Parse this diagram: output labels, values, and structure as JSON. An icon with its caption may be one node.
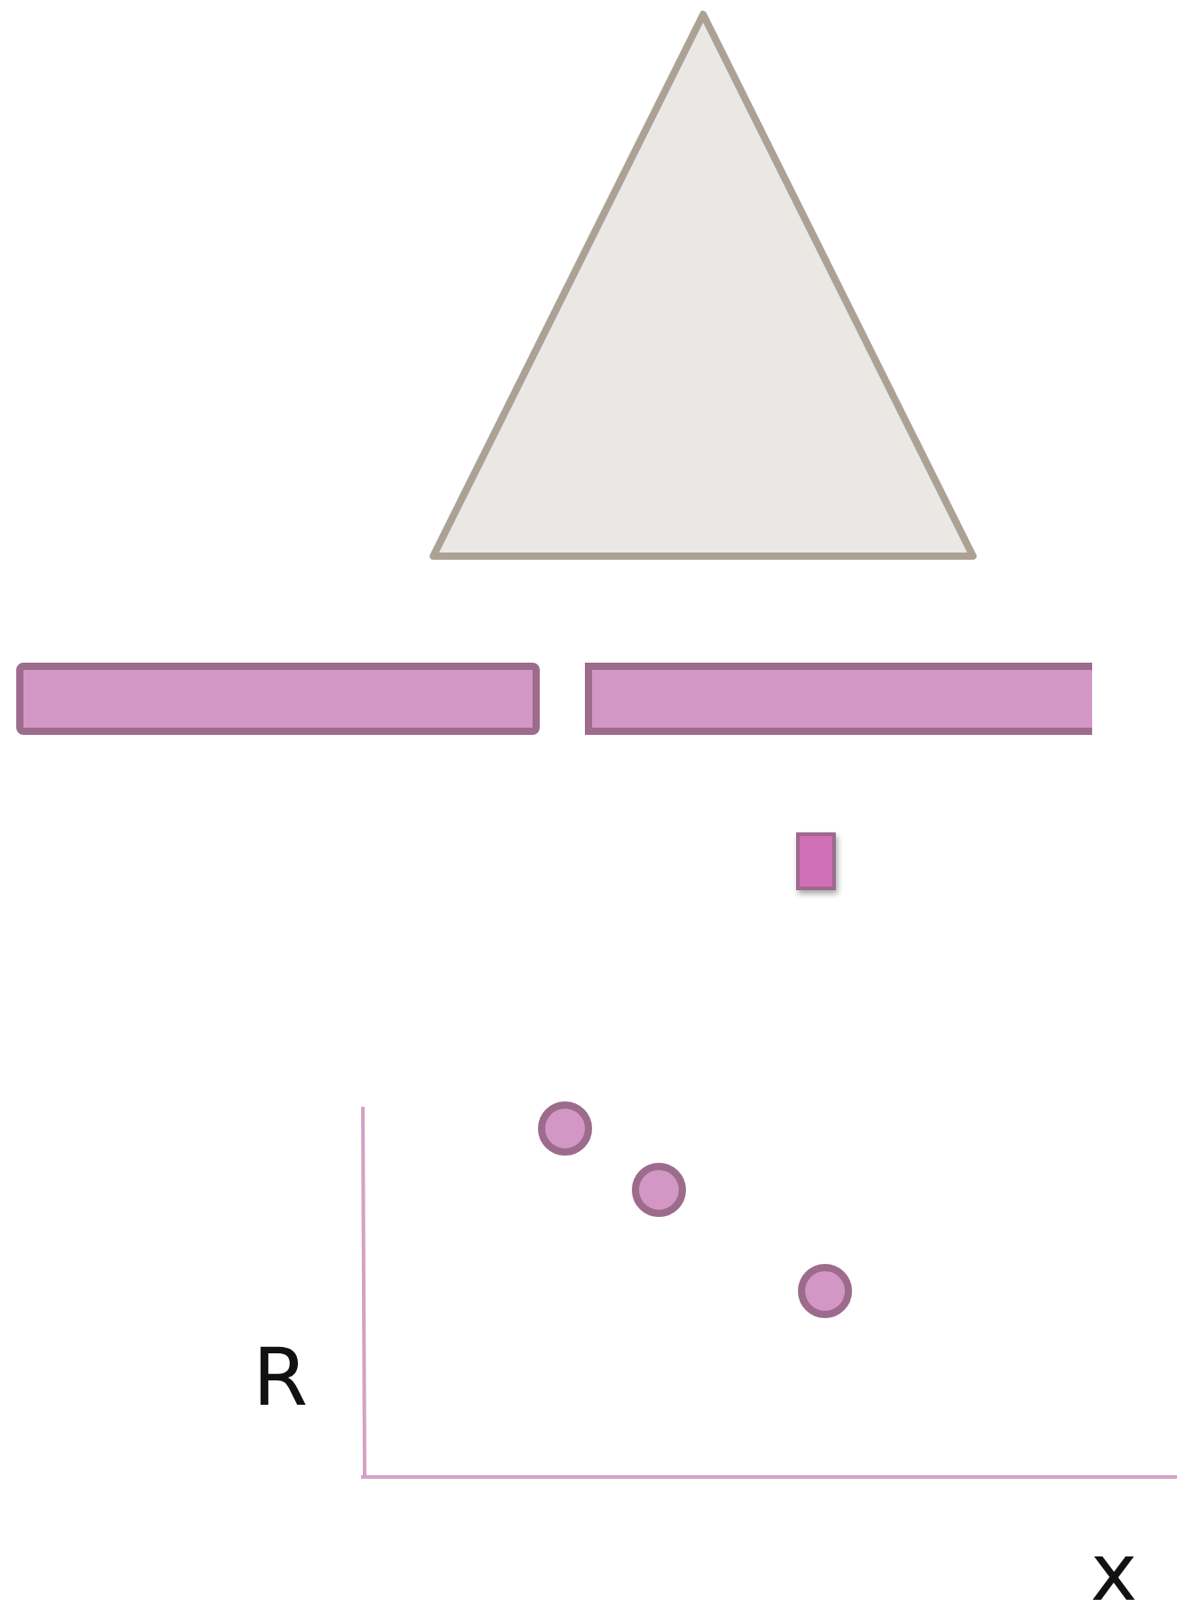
{
  "diagram": {
    "nodes": [
      {
        "text": [],
        "shape": "triangle"
      },
      {
        "text": [],
        "shape": "bar"
      },
      {
        "text": [],
        "shape": "bar"
      },
      {
        "text": [],
        "shape": "box"
      }
    ],
    "labels": [
      "R",
      "x"
    ]
  }
}
